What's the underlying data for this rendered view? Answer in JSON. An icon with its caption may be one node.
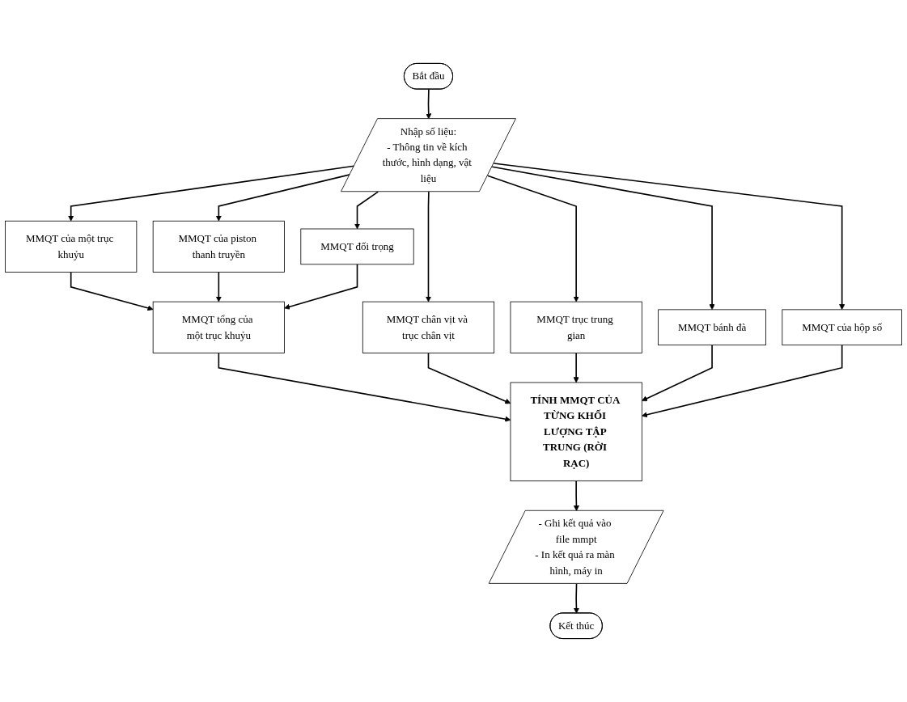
{
  "diagram": {
    "nodes": [
      {
        "text": [
          "Bắt đầu"
        ]
      },
      {
        "text": [
          "Nhập số liệu:",
          "- Thông tin về kích thước, hình dạng, vật liệu"
        ]
      },
      {
        "text": [
          "MMQT của một trục khuỷu"
        ]
      },
      {
        "text": [
          "MMQT của piston thanh truyền"
        ]
      },
      {
        "text": [
          "MMQT đối trọng"
        ]
      },
      {
        "text": [
          "MMQT chân vịt và trục chân vịt"
        ]
      },
      {
        "text": [
          "MMQT trục trung gian"
        ]
      },
      {
        "text": [
          "MMQT bánh đà"
        ]
      },
      {
        "text": [
          "MMQT của hộp số"
        ]
      },
      {
        "text": [
          "MMQT tổng của một trục khuỷu"
        ]
      },
      {
        "text": [
          "TÍNH MMQT CỦA TỪNG KHỐI LƯỢNG TẬP TRUNG (RỜI RẠC)"
        ]
      },
      {
        "text": [
          "- Ghi kết quả vào file mmpt",
          "- In kết quả ra màn hình, máy in"
        ]
      },
      {
        "text": [
          "Kết thúc"
        ]
      }
    ],
    "edges": [
      {
        "from": 0,
        "to": 1,
        "arrow": "to"
      },
      {
        "from": 1,
        "to": 2,
        "arrow": "to"
      },
      {
        "from": 1,
        "to": 3,
        "arrow": "to"
      },
      {
        "from": 1,
        "to": 4,
        "arrow": "to"
      },
      {
        "from": 1,
        "to": 5,
        "arrow": "to"
      },
      {
        "from": 1,
        "to": 6,
        "arrow": "to"
      },
      {
        "from": 1,
        "to": 7,
        "arrow": "to"
      },
      {
        "from": 1,
        "to": 8,
        "arrow": "to"
      },
      {
        "from": 2,
        "to": 9,
        "arrow": "to"
      },
      {
        "from": 3,
        "to": 9,
        "arrow": "to"
      },
      {
        "from": 4,
        "to": 9,
        "arrow": "to"
      },
      {
        "from": 9,
        "to": 10,
        "arrow": "to"
      },
      {
        "from": 5,
        "to": 10,
        "arrow": "to"
      },
      {
        "from": 6,
        "to": 10,
        "arrow": "to"
      },
      {
        "from": 7,
        "to": 10,
        "arrow": "to"
      },
      {
        "from": 8,
        "to": 10,
        "arrow": "to"
      },
      {
        "from": 10,
        "to": 11,
        "arrow": "to"
      },
      {
        "from": 11,
        "to": 12,
        "arrow": "to"
      }
    ]
  }
}
